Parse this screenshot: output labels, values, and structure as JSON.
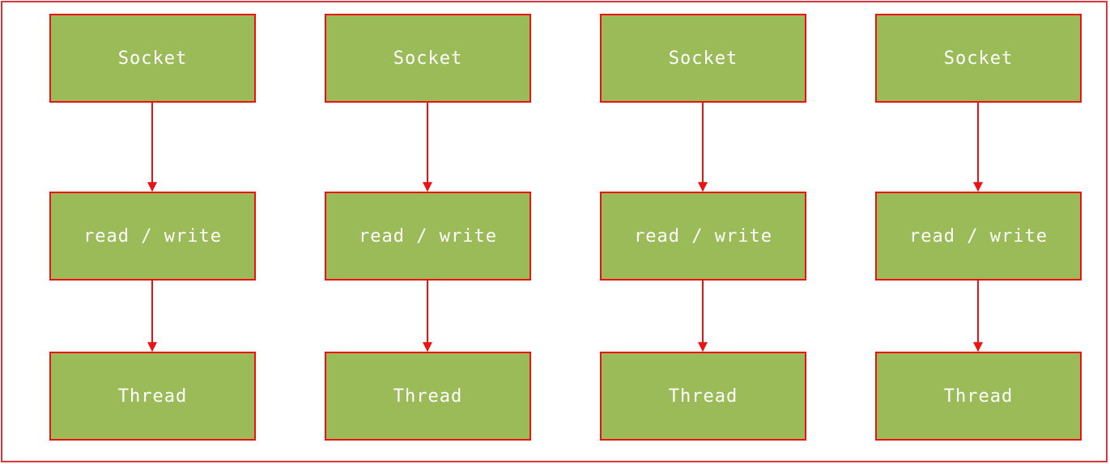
{
  "diagram": {
    "columns": [
      {
        "top": "Socket",
        "middle": "read / write",
        "bottom": "Thread"
      },
      {
        "top": "Socket",
        "middle": "read / write",
        "bottom": "Thread"
      },
      {
        "top": "Socket",
        "middle": "read / write",
        "bottom": "Thread"
      },
      {
        "top": "Socket",
        "middle": "read / write",
        "bottom": "Thread"
      }
    ]
  },
  "colors": {
    "node_fill": "#9bbb59",
    "node_border": "#ee1111",
    "arrow": "#ee1111",
    "frame_border": "#d9363e",
    "node_text": "#ffffff"
  }
}
